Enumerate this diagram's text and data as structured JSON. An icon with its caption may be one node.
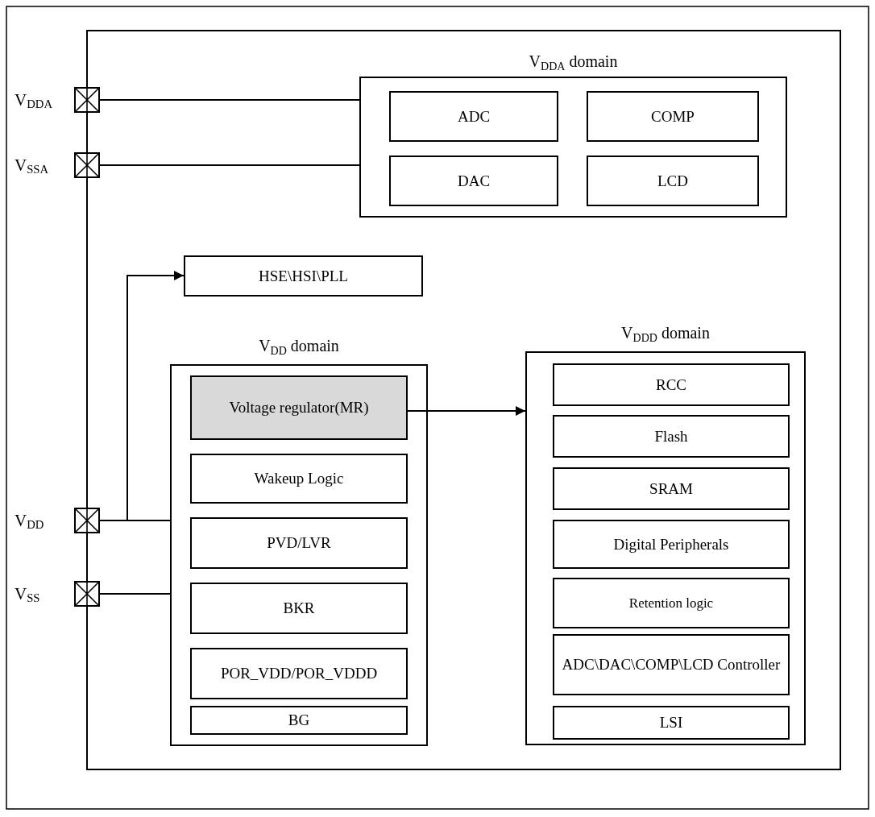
{
  "diagram": {
    "nodes": [
      {
        "text": [],
        "shape": "box"
      },
      {
        "text": [
          "V$_{DDA}$"
        ]
      },
      {
        "text": [
          "V$_{SSA}$"
        ]
      },
      {
        "text": [
          "V$_{DD}$"
        ]
      },
      {
        "text": [
          "V$_{SS}$"
        ]
      },
      {
        "text": [
          "V$_{DDA}$ domain"
        ],
        "in": 0
      },
      {
        "text": [
          "ADC"
        ],
        "in": 5
      },
      {
        "text": [
          "COMP"
        ],
        "in": 5
      },
      {
        "text": [
          "DAC"
        ],
        "in": 5
      },
      {
        "text": [
          "LCD"
        ],
        "in": 5
      },
      {
        "text": [
          "HSE\\HSI\\PLL"
        ],
        "in": 0
      },
      {
        "text": [
          "V$_{DD}$ domain"
        ],
        "in": 0
      },
      {
        "text": [
          "Voltage regulator(MR)"
        ],
        "in": 11
      },
      {
        "text": [
          "Wakeup Logic"
        ],
        "in": 11
      },
      {
        "text": [
          "PVD/LVR"
        ],
        "in": 11
      },
      {
        "text": [
          "BKR"
        ],
        "in": 11
      },
      {
        "text": [
          "POR_VDD/POR_VDDD"
        ],
        "in": 11
      },
      {
        "text": [
          "BG"
        ],
        "in": 11
      },
      {
        "text": [
          "V$_{DDD}$ domain"
        ],
        "in": 0
      },
      {
        "text": [
          "RCC"
        ],
        "in": 18
      },
      {
        "text": [
          "Flash"
        ],
        "in": 18
      },
      {
        "text": [
          "SRAM"
        ],
        "in": 18
      },
      {
        "text": [
          "Digital Peripherals"
        ],
        "in": 18
      },
      {
        "text": [
          "Retention logic"
        ],
        "in": 18
      },
      {
        "text": [
          "ADC\\DAC\\COMP\\LCD Controller"
        ],
        "in": 18
      },
      {
        "text": [
          "LSI"
        ],
        "in": 18
      }
    ],
    "edges": [
      {
        "from": 1,
        "to": 5,
        "arrow": "none"
      },
      {
        "from": 2,
        "to": 5,
        "arrow": "none"
      },
      {
        "from": 3,
        "to": 10,
        "arrow": "to"
      },
      {
        "from": 3,
        "to": 11,
        "arrow": "none"
      },
      {
        "from": 4,
        "to": 11,
        "arrow": "none"
      },
      {
        "from": 12,
        "to": 18,
        "arrow": "to"
      }
    ]
  }
}
